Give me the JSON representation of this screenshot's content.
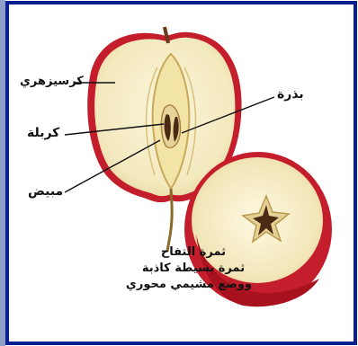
{
  "labels": {
    "receptacle": "كرسيزهري",
    "seed": "بذرة",
    "carpel": "كربلة",
    "ovary": "مبيض"
  },
  "caption": {
    "line1": "ثمرة التفاح",
    "line2": "ثمرة بسيطة كاذبة",
    "line3": "ووضع مشيمي محوري"
  },
  "colors": {
    "frame": "#0a1f8f",
    "left_edge": "#8ea0c8",
    "apple_skin": "#c41e2c",
    "apple_flesh": "#f6efc9",
    "core": "#d8c37a",
    "seed": "#4a2a12"
  }
}
